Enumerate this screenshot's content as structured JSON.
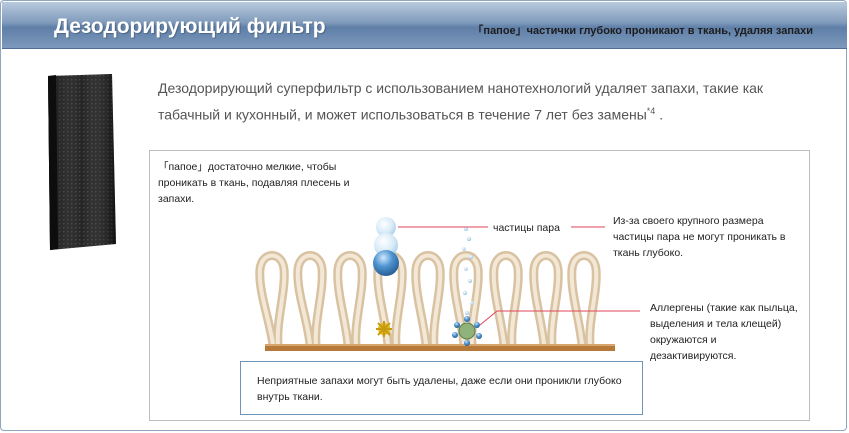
{
  "header": {
    "title": "Дезодорирующий фильтр",
    "subtitle": "「папое」частички глубоко проникают в ткань, удаляя запахи"
  },
  "intro": {
    "text": "Дезодорирующий суперфильтр с использованием нанотехнологий удаляет запахи, такие как табачный и кухонный, и может использоваться в течение 7 лет без замены",
    "footnote": "*4",
    "end": "."
  },
  "diagram": {
    "left_text": "「папое」достаточно мелкие, чтобы проникать в ткань, подавляя плесень и запахи.",
    "vapor_label": "частицы пара",
    "vapor_desc": "Из-за своего крупного размера частицы пара не могут проникать в ткань глубоко.",
    "allergen_desc": "Аллергены (такие как пыльца, выделения и тела клещей) окружаются и дезактивируются.",
    "note": "Неприятные запахи могут быть удалены, даже если они проникли глубоко внутрь ткани."
  },
  "colors": {
    "header": "#6f8db3",
    "callout_line": "#e0455a",
    "note_border": "#6f93b9",
    "fabric": "#e3d2b8",
    "base": "#b57a3a"
  }
}
